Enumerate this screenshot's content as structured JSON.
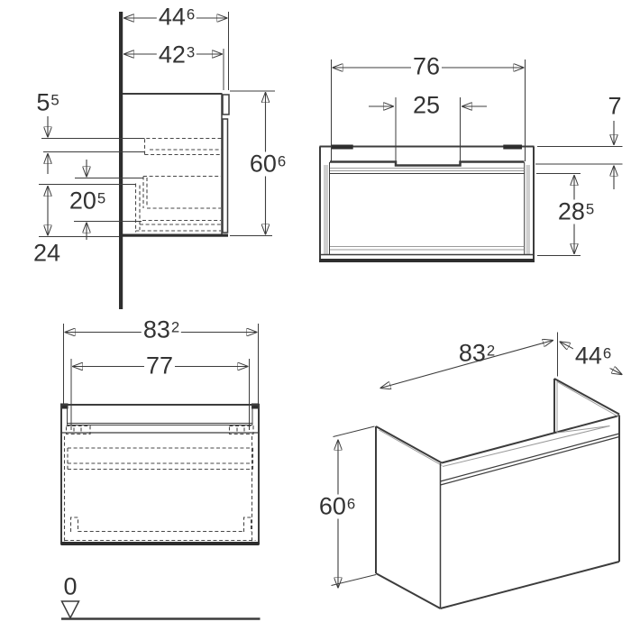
{
  "drawing": {
    "type": "technical-dimension-drawing",
    "subject": "wall-hung vanity cabinet, four orthographic/perspective views with datum line",
    "colors": {
      "background": "#ffffff",
      "line": "#3c3c3c",
      "thin_line": "#9a9a9a",
      "dashed_line": "#474747",
      "mounting_bar": "#2e2e2e"
    }
  },
  "dimensions": {
    "side_depth_total": {
      "main": "44",
      "sup": "6"
    },
    "side_depth_drawer": {
      "main": "42",
      "sup": "3"
    },
    "side_top_offset": {
      "main": "5",
      "sup": "5"
    },
    "side_height": {
      "main": "60",
      "sup": "6"
    },
    "side_drawer_front": {
      "main": "20",
      "sup": "5"
    },
    "side_bottom_offset": {
      "main": "24"
    },
    "section_inner_width": {
      "main": "76"
    },
    "section_cutout_width": {
      "main": "25"
    },
    "section_top_thickness": {
      "main": "7"
    },
    "section_inner_height": {
      "main": "28",
      "sup": "5"
    },
    "front_total_width": {
      "main": "83",
      "sup": "2"
    },
    "front_drawer_width": {
      "main": "77"
    },
    "datum_level": {
      "main": "0"
    },
    "persp_width": {
      "main": "83",
      "sup": "2"
    },
    "persp_depth": {
      "main": "44",
      "sup": "6"
    },
    "persp_height": {
      "main": "60",
      "sup": "6"
    }
  }
}
